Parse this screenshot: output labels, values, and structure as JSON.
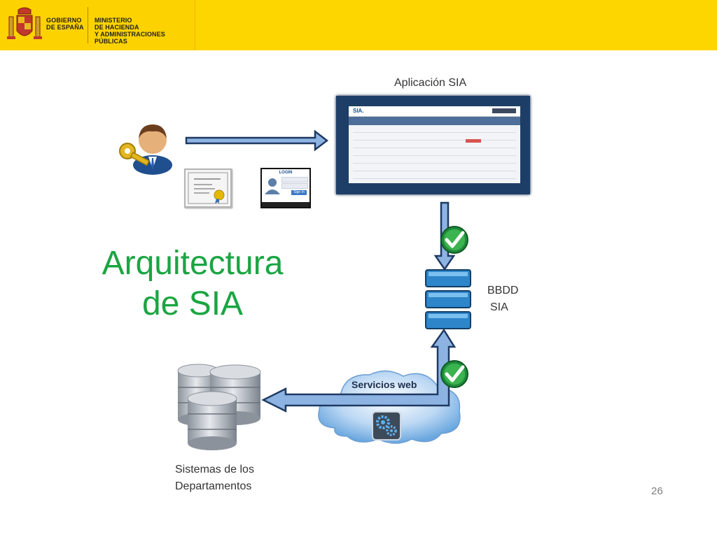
{
  "header": {
    "gov_lines": [
      "GOBIERNO",
      "DE ESPAÑA"
    ],
    "ministry_lines": [
      "MINISTERIO",
      "DE HACIENDA",
      "Y ADMINISTRACIONES PÚBLICAS"
    ],
    "brand_color": "#fdd600"
  },
  "slide": {
    "title_lines": [
      "Arquitectura",
      "de SIA"
    ],
    "title_color": "#1aa542",
    "page_number": "26"
  },
  "nodes": {
    "app_label": "Aplicación SIA",
    "db_label_lines": [
      "BBDD",
      "SIA"
    ],
    "ws_label": "Servicios web",
    "departments_label_lines": [
      "Sistemas de los",
      "Departamentos"
    ]
  },
  "app_screenshot": {
    "logo": "SIA.",
    "login_title": "LOGIN",
    "login_button": "Sign In"
  },
  "icons": [
    "user-key-icon",
    "certificate-icon",
    "login-card-icon",
    "database-icon",
    "check-icon",
    "gears-icon",
    "cloud-icon"
  ]
}
